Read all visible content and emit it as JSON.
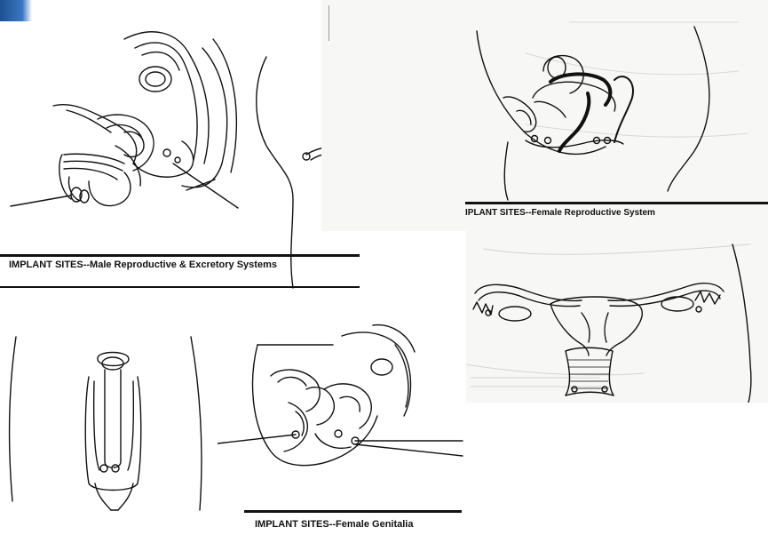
{
  "captions": {
    "male": "IMPLANT SITES--Male Reproductive & Excretory Systems",
    "female_reproductive": "IPLANT SITES--Female Reproductive System",
    "female_genitalia": "IMPLANT SITES--Female Genitalia"
  },
  "colors": {
    "accent": "#2a62a8",
    "line": "#111111",
    "scan_background": "#f7f7f5"
  }
}
